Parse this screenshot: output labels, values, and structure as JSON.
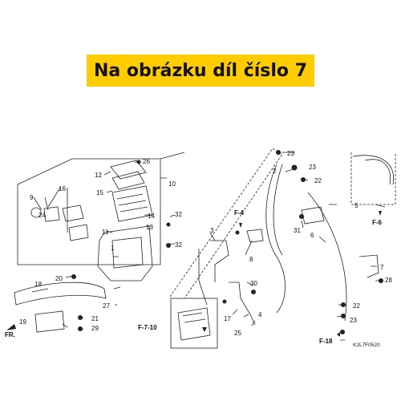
{
  "banner": {
    "title": "Na obrázku díl číslo 7"
  },
  "diagram": {
    "code": "K2L7F0520",
    "refs": {
      "f710": "F-7-10",
      "f4": "F-4",
      "f6": "F-6",
      "f18": "F-18",
      "fr": "FR."
    },
    "parts": [
      "1",
      "2",
      "3",
      "4",
      "5",
      "6",
      "7",
      "8",
      "9",
      "10",
      "11",
      "12",
      "13",
      "14",
      "15",
      "16",
      "17",
      "18",
      "19",
      "20",
      "21",
      "22",
      "22",
      "23",
      "23",
      "23",
      "24",
      "25",
      "26",
      "27",
      "28",
      "29",
      "30",
      "31",
      "32",
      "32"
    ]
  }
}
